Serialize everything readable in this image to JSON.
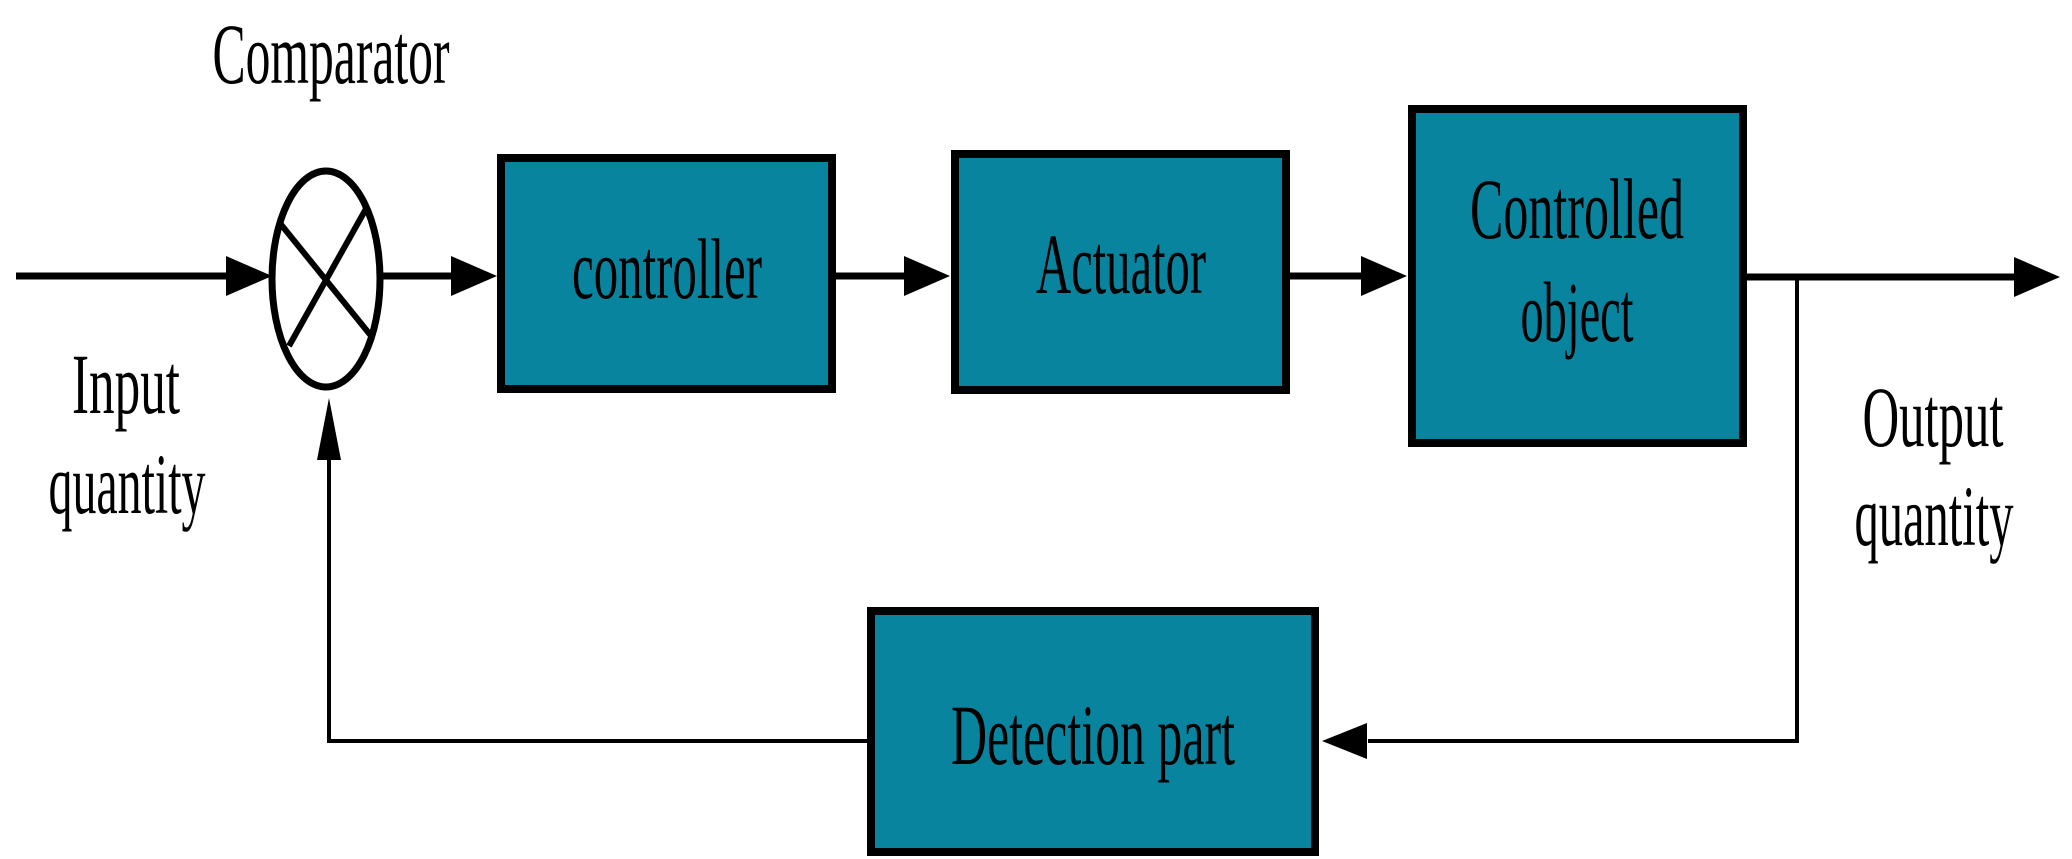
{
  "colors": {
    "block_fill": "#08849f",
    "outline": "#000000",
    "line": "#000000",
    "text": "#000000",
    "background": "#ffffff"
  },
  "labels": {
    "comparator": "Comparator",
    "input_line1": "Input",
    "input_line2": "quantity",
    "output_line1": "Output",
    "output_line2": "quantity"
  },
  "blocks": {
    "controller": {
      "label": "controller"
    },
    "actuator": {
      "label": "Actuator"
    },
    "controlled_object": {
      "line1": "Controlled",
      "line2": "object"
    },
    "detection_part": {
      "label": "Detection part"
    }
  },
  "connections": [
    {
      "from": "input",
      "to": "comparator"
    },
    {
      "from": "comparator",
      "to": "controller"
    },
    {
      "from": "controller",
      "to": "actuator"
    },
    {
      "from": "actuator",
      "to": "controlled_object"
    },
    {
      "from": "controlled_object",
      "to": "output"
    },
    {
      "from": "output_branch",
      "to": "detection_part"
    },
    {
      "from": "detection_part",
      "to": "comparator"
    }
  ]
}
